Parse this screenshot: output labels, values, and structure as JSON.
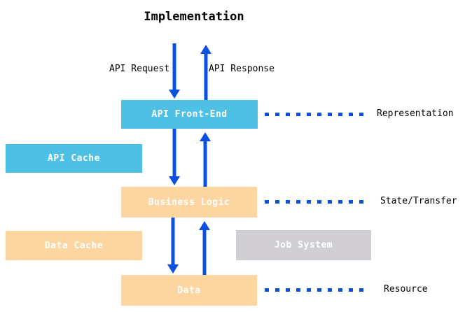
{
  "title": "Implementation",
  "flow_labels": {
    "request": "API Request",
    "response": "API Response"
  },
  "boxes": [
    {
      "id": "api-front-end",
      "label": "API Front-End",
      "color": "#4fc0e5"
    },
    {
      "id": "api-cache",
      "label": "API Cache",
      "color": "#4fc0e5"
    },
    {
      "id": "business-logic",
      "label": "Business Logic",
      "color": "#fcd5a0"
    },
    {
      "id": "data-cache",
      "label": "Data Cache",
      "color": "#fcd5a0"
    },
    {
      "id": "job-system",
      "label": "Job System",
      "color": "#d1ced3"
    },
    {
      "id": "data",
      "label": "Data",
      "color": "#fcd5a0"
    }
  ],
  "layers": [
    {
      "label": "Representation"
    },
    {
      "label": "State/Transfer"
    },
    {
      "label": "Resource"
    }
  ],
  "colors": {
    "arrow_blue": "#0b50e0",
    "dash_blue": "#0b50e0",
    "box_text": "#ffffff",
    "label_text": "#000000",
    "background": "#ffffff"
  }
}
